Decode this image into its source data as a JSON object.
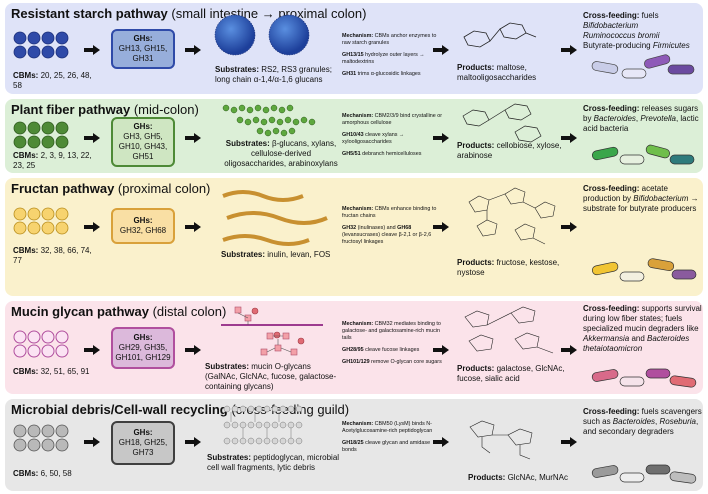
{
  "colors": {
    "p1_bg": "#dfe3f8",
    "p1_accent": "#2f4aa8",
    "p1_box": "#97aedb",
    "p2_bg": "#dcefd7",
    "p2_accent": "#4e8a36",
    "p2_box": "#cfe6c2",
    "p3_bg": "#faf1cc",
    "p3_accent": "#d9a13a",
    "p3_box": "#f9dfa4",
    "p4_bg": "#fbe3ea",
    "p4_accent": "#b04f9e",
    "p4_box": "#dcb9db",
    "p5_bg": "#e7e7e7",
    "p5_accent": "#3f3f3f",
    "p5_box": "#c7c7c7"
  },
  "panels": [
    {
      "title_bold": "Resistant starch pathway",
      "title_rest": " (small intestine → proximal colon)",
      "cbms_label": "CBMs:",
      "cbms": " 20, 25, 26, 48, 58",
      "gh_label": "GHs:",
      "ghs": "GH13, GH15, GH31",
      "substrate_label": "Substrates:",
      "substrate": " RS2, RS3 granules; long chain α-1,4/α-1,6 glucans",
      "mech": [
        {
          "b": "Mechanism:",
          "t": " CBMs anchor enzymes to raw starch granules"
        },
        {
          "b": "GH13/15",
          "t": " hydrolyze outer layers → maltodextrins"
        },
        {
          "b": "GH31",
          "t": " trims α-glucosidic linkages"
        }
      ],
      "products_label": "Products:",
      "products": " maltose, maltooligosaccharides",
      "cross_label": "Cross-feeding:",
      "cross_1": " fuels",
      "cross_italic_1": "Bifidobacterium",
      "cross_italic_2": "Ruminococcus bromii",
      "cross_2": "Butyrate-producing ",
      "cross_italic_3": "Firmicutes"
    },
    {
      "title_bold": "Plant fiber pathway",
      "title_rest": " (mid-colon)",
      "cbms_label": "CBMs:",
      "cbms": " 2, 3, 9, 13, 22, 23, 25",
      "gh_label": "GHs:",
      "ghs": "GH3, GH5, GH10, GH43, GH51",
      "substrate_label": "Substrates:",
      "substrate": " β-glucans, xylans, cellulose-derived oligosaccharides, arabinoxylans",
      "mech": [
        {
          "b": "Mechanism:",
          "t": " CBM2/3/9 bind crystalline or amorphous cellulose"
        },
        {
          "b": "GH10/43",
          "t": " cleave xylans → xylooligosaccharides"
        },
        {
          "b": "GH5/51",
          "t": " debranch hemicelluloses"
        }
      ],
      "products_label": "Products:",
      "products": " cellobiose, xylose, arabinose",
      "cross_label": "Cross-feeding:",
      "cross_1": " releases sugars by ",
      "cross_italic_1": "Bacteroides",
      "cross_2": ", ",
      "cross_italic_2": "Prevotella",
      "cross_3": ", lactic acid bacteria"
    },
    {
      "title_bold": "Fructan pathway",
      "title_rest": " (proximal colon)",
      "cbms_label": "CBMs:",
      "cbms": " 32, 38, 66, 74, 77",
      "gh_label": "GHs:",
      "ghs": "GH32, GH68",
      "substrate_label": "Substrates:",
      "substrate": " inulin, levan, FOS",
      "mech": [
        {
          "b": "Mechanism:",
          "t": " CBMs enhance binding to fructan chains"
        },
        {
          "b": "GH32",
          "t": " (inulinases) and ",
          "b2": "GH68",
          "t2": " (levansucrases) cleave β-2,1 or β-2,6 fructosyl linkages"
        }
      ],
      "products_label": "Products:",
      "products": " fructose, kestose, nystose",
      "cross_label": "Cross-feeding:",
      "cross_1": " acetate production by ",
      "cross_italic_1": "Bifidobacterium",
      "cross_2": " → substrate for butyrate producers"
    },
    {
      "title_bold": "Mucin glycan pathway",
      "title_rest": " (distal colon)",
      "cbms_label": "CBMs:",
      "cbms": " 32, 51, 65, 91",
      "gh_label": "GHs:",
      "ghs": "GH29, GH35, GH101, GH129",
      "substrate_label": "Substrates:",
      "substrate": " mucin O-glycans (GalNAc, GlcNAc, fucose, galactose-containing glycans)",
      "mech": [
        {
          "b": "Mechanism:",
          "t": " CBM32 mediates binding to galactose- and galactosamine-rich mucin tails"
        },
        {
          "b": "GH28/95",
          "t": " cleave fucose linkages"
        },
        {
          "b": "GH101/129",
          "t": " remove O-glycan core sugars"
        }
      ],
      "products_label": "Products:",
      "products": " galactose, GlcNAc, fucose, sialic acid",
      "cross_label": "Cross-feeding:",
      "cross_1": " supports survival during low fiber states; fuels specialized mucin degraders like ",
      "cross_italic_1": "Akkermansia",
      "cross_2": " and ",
      "cross_italic_2": "Bacteroides thetaiotaomicron"
    },
    {
      "title_bold": "Microbial debris/Cell-wall recycling",
      "title_rest": " (cross-feeding guild)",
      "cbms_label": "CBMs:",
      "cbms": " 6, 50, 58",
      "gh_label": "GHs:",
      "ghs": "GH18, GH25, GH73",
      "substrate_label": "Substrates:",
      "substrate": " peptidoglycan, microbial cell wall fragments, lytic debris",
      "mech": [
        {
          "b": "Mechanism:",
          "t": " CBM50 (LysM) binds N-Acetylglucosamine-rich peptidoglycan"
        },
        {
          "b": "GH18/25",
          "t": " cleave glycan and amidase bonds"
        }
      ],
      "products_label": "Products:",
      "products": " GlcNAc, MurNAc",
      "cross_label": "Cross-feeding:",
      "cross_1": " fuels scavengers such as ",
      "cross_italic_1": "Bacteroides",
      "cross_2": ", ",
      "cross_italic_2": "Roseburia",
      "cross_3": ", and secondary degraders"
    }
  ]
}
